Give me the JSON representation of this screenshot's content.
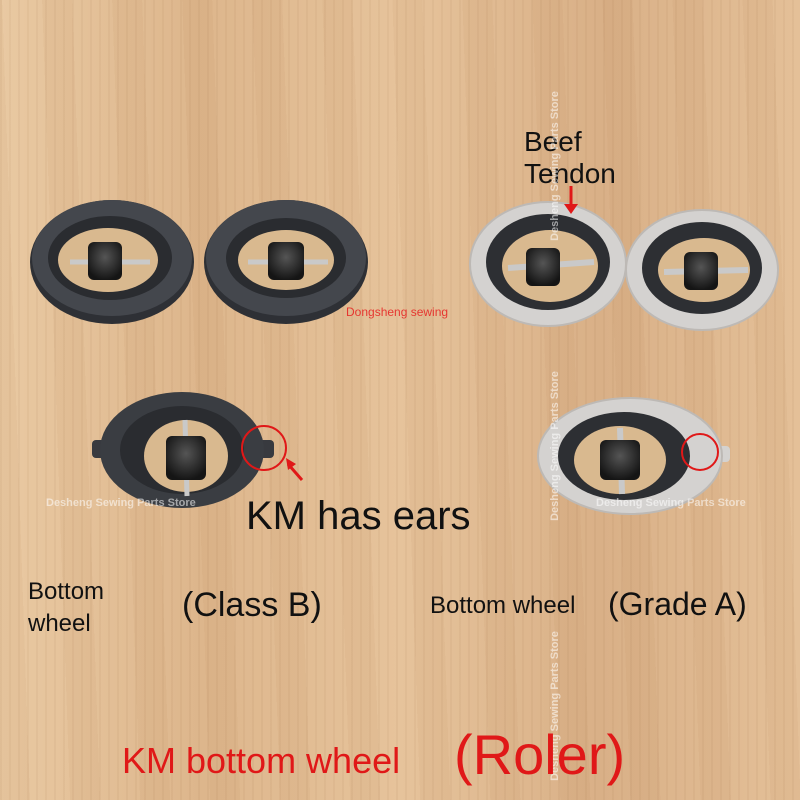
{
  "labels": {
    "beef": "Beef",
    "tendon": "Tendon",
    "has_ears": "KM has ears",
    "bottom_wheel_left_1": "Bottom",
    "bottom_wheel_left_2": "wheel",
    "class_b": "(Class B)",
    "bottom_wheel_right": "Bottom wheel",
    "grade_a": "(Grade A)",
    "footer_main": "KM bottom wheel",
    "footer_roler": "(Roler)"
  },
  "watermarks": {
    "dongsheng": "Dongsheng sewing",
    "desheng_left": "Desheng Sewing Parts Store",
    "desheng_right": "Desheng Sewing Parts Store",
    "vertical_top": "Desheng Sewing Parts Store",
    "vertical_mid": "Desheng Sewing Parts Store",
    "vertical_bottom": "Desheng Sewing Parts Store"
  },
  "colors": {
    "label_red": "#e01818",
    "rubber_dark": "#3a3d42",
    "beef_tendon_ring": "#d4d2d0"
  }
}
